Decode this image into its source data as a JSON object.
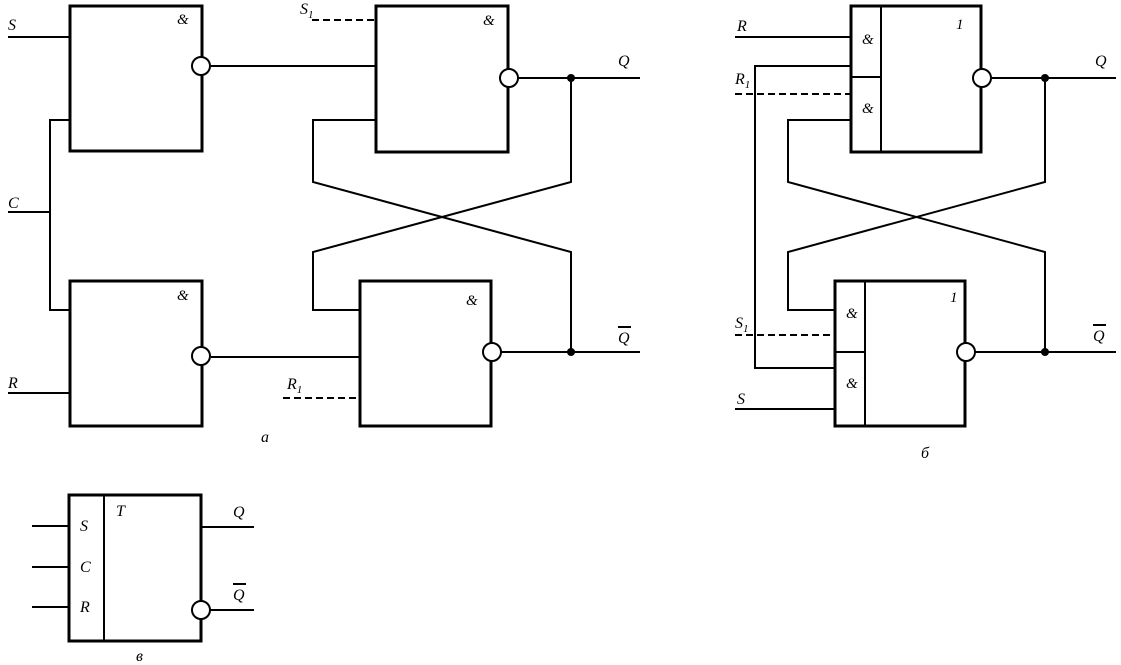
{
  "diagram_a": {
    "caption": "а",
    "inputs": {
      "s": "S",
      "c": "C",
      "r": "R",
      "s1": "S",
      "s1_sub": "1",
      "r1": "R",
      "r1_sub": "1"
    },
    "gate_symbol": "&",
    "outputs": {
      "q": "Q",
      "q_bar": "Q"
    }
  },
  "diagram_b": {
    "caption": "б",
    "inputs": {
      "r": "R",
      "r1": "R",
      "r1_sub": "1",
      "s1": "S",
      "s1_sub": "1",
      "s": "S"
    },
    "gate_symbol_and": "&",
    "gate_symbol_or": "1",
    "outputs": {
      "q": "Q",
      "q_bar": "Q"
    }
  },
  "diagram_c": {
    "caption": "в",
    "block_label": "T",
    "pins": {
      "s": "S",
      "c": "C",
      "r": "R"
    },
    "outputs": {
      "q": "Q",
      "q_bar": "Q"
    }
  }
}
